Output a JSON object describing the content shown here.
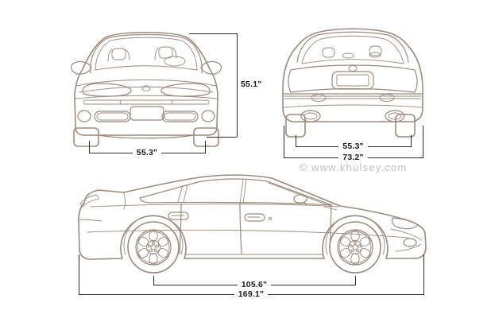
{
  "title": "car-dimensions-blueprint",
  "colors": {
    "line_art": "#9a8b7e",
    "dim_line": "#2b2b2b",
    "label_text": "#1a1a1a",
    "watermark": "#bdc1c6",
    "background": "#ffffff"
  },
  "views": {
    "front": {
      "name": "front-view",
      "height": "55.1\"",
      "track": "55.3\""
    },
    "rear": {
      "name": "rear-view",
      "track": "55.3\"",
      "width": "73.2\""
    },
    "side": {
      "name": "side-view",
      "wheelbase": "105.6\"",
      "length": "169.1\""
    }
  },
  "watermark": "© www.khulsey.com"
}
